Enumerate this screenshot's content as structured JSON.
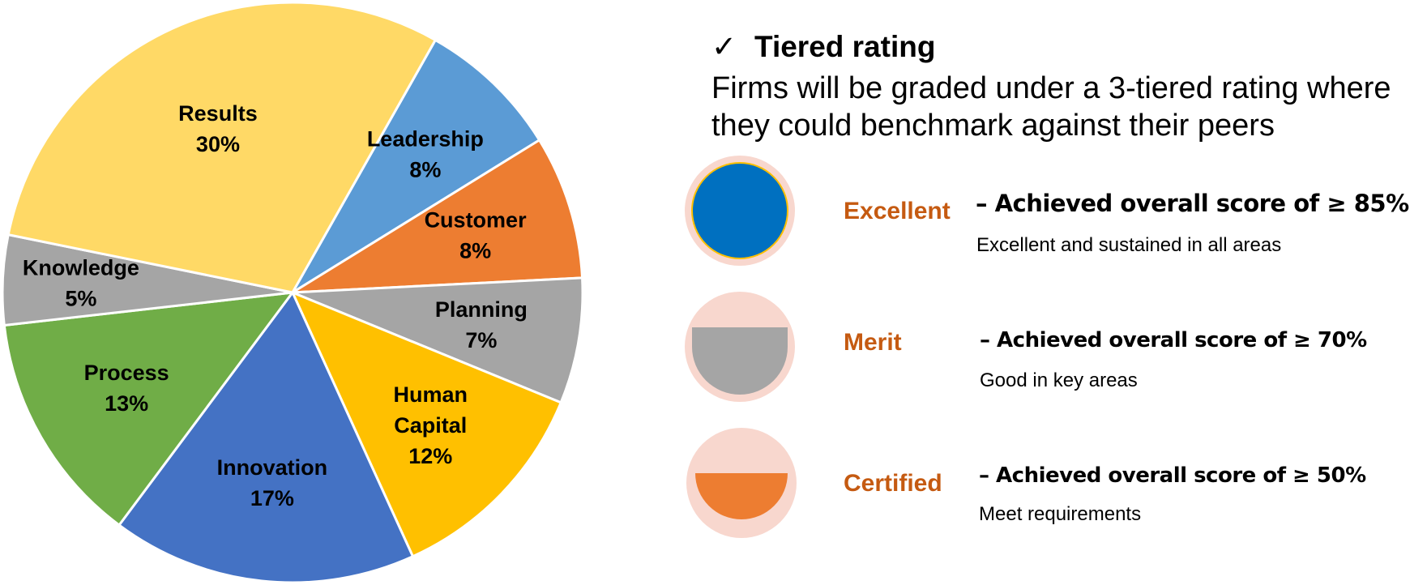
{
  "chart_data": {
    "type": "pie",
    "slices": [
      {
        "label_lines": [
          "Leadership"
        ],
        "value_label": "8%",
        "value": 8,
        "color": "#5B9BD5"
      },
      {
        "label_lines": [
          "Customer"
        ],
        "value_label": "8%",
        "value": 8,
        "color": "#ED7D31"
      },
      {
        "label_lines": [
          "Planning"
        ],
        "value_label": "7%",
        "value": 7,
        "color": "#A5A5A5"
      },
      {
        "label_lines": [
          "Human",
          "Capital"
        ],
        "value_label": "12%",
        "value": 12,
        "color": "#FFC000"
      },
      {
        "label_lines": [
          "Innovation"
        ],
        "value_label": "17%",
        "value": 17,
        "color": "#4472C4"
      },
      {
        "label_lines": [
          "Process"
        ],
        "value_label": "13%",
        "value": 13,
        "color": "#70AD47"
      },
      {
        "label_lines": [
          "Knowledge"
        ],
        "value_label": "5%",
        "value": 5,
        "color": "#A5A5A5"
      },
      {
        "label_lines": [
          "Results"
        ],
        "value_label": "30%",
        "value": 30,
        "color": "#FFD966"
      }
    ]
  },
  "rating": {
    "check": "✓",
    "title": "Tiered rating",
    "description": "Firms will be graded under a 3-tiered rating where they could benchmark against their peers",
    "tiers": [
      {
        "name": "Excellent",
        "criterion": "– Achieved overall score of ≥ 85%",
        "subtitle": "Excellent and sustained in all areas",
        "fill_fraction": 1.0,
        "fill_color": "#0070C0"
      },
      {
        "name": "Merit",
        "criterion": "– Achieved overall score of ≥ 70%",
        "subtitle": "Good in key areas",
        "fill_fraction": 0.5,
        "fill_color": "#A5A5A5"
      },
      {
        "name": "Certified",
        "criterion": "– Achieved overall score of ≥ 50%",
        "subtitle": "Meet  requirements",
        "fill_fraction": 0.5,
        "fill_color": "#ED7D31"
      }
    ],
    "ring_color": "#F8D7CE"
  }
}
